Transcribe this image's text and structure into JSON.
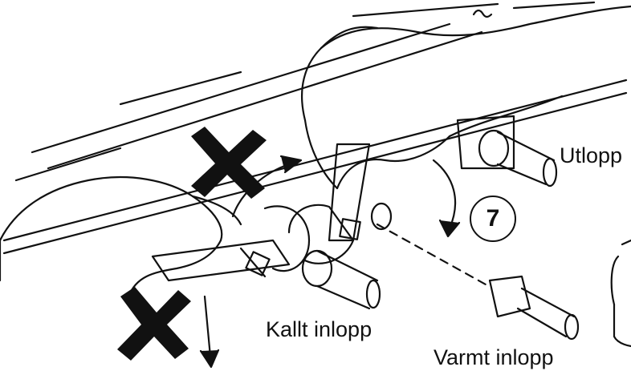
{
  "labels": {
    "outlet": "Utlopp",
    "cold_inlet": "Kallt inlopp",
    "hot_inlet": "Varmt inlopp"
  },
  "step_number": "7",
  "colors": {
    "line": "#111111",
    "background": "#ffffff"
  }
}
